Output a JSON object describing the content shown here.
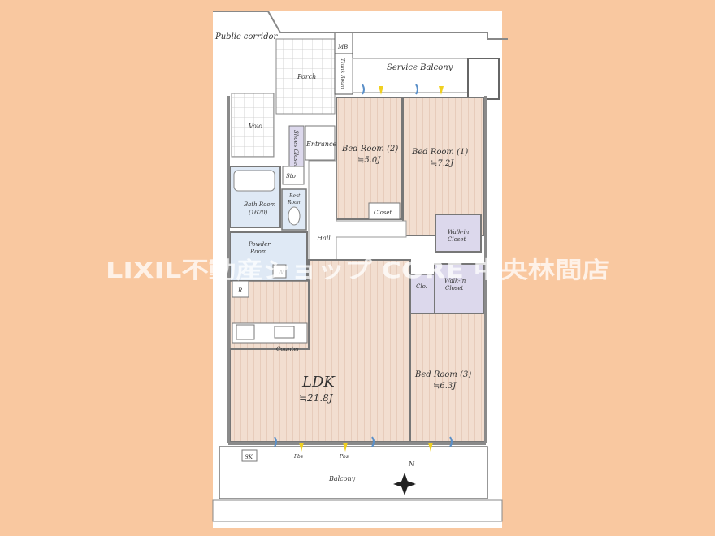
{
  "plan": {
    "public_corridor": "Public corridor",
    "mb": "MB",
    "trunk_room": "Trunk Room",
    "service_balcony": "Service Balcony",
    "porch": "Porch",
    "void": "Void",
    "shoes_closet": "Shoes Closet",
    "entrance": "Entrance",
    "sto": "Sto",
    "bed_room_2": "Bed Room (2)",
    "bed_room_2_size": "≒5.0J",
    "bed_room_1": "Bed Room (1)",
    "bed_room_1_size": "≒7.2J",
    "bath_room": "Bath Room",
    "bath_room_size": "(1620)",
    "rest_room_1": "Rest",
    "rest_room_2": "Room",
    "closet": "Closet",
    "hall": "Hall",
    "walk_in_closet_1a": "Walk-in",
    "walk_in_closet_1b": "Closet",
    "powder_room_1": "Powder",
    "powder_room_2": "Room",
    "w": "W",
    "r": "R",
    "clo": "Clo.",
    "walk_in_closet_2a": "Walk-in",
    "walk_in_closet_2b": "Closet",
    "counter": "Counter",
    "ldk": "LDK",
    "ldk_size": "≒21.8J",
    "bed_room_3": "Bed Room (3)",
    "bed_room_3_size": "≒6.3J",
    "sk": "SK",
    "pbs_1": "Pbs",
    "pbs_2": "Pbs",
    "balcony": "Balcony",
    "north": "N"
  },
  "watermark": "LIXIL不動産ショップ CORE 中央林間店",
  "colors": {
    "background": "#f9c8a0",
    "wood": "#f2ded0",
    "wood_line": "#dcb9a6",
    "bath": "#dfe9f5",
    "closet": "#dcd8ec",
    "wall": "#8a8a8a"
  }
}
